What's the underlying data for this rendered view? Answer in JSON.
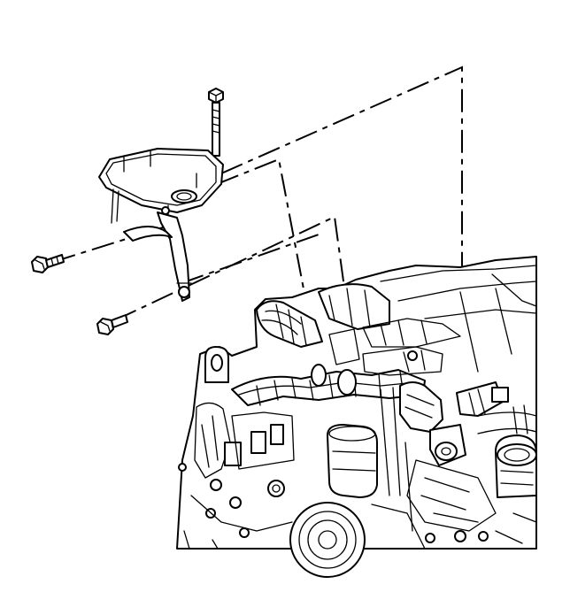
{
  "diagram": {
    "kind": "exploded-assembly-illustration",
    "colors": {
      "ink": "#000000",
      "background": "#ffffff"
    },
    "parts": [
      "bracket",
      "top-bolt",
      "left-bolt",
      "lower-left-bolt",
      "engine-assembly"
    ]
  }
}
